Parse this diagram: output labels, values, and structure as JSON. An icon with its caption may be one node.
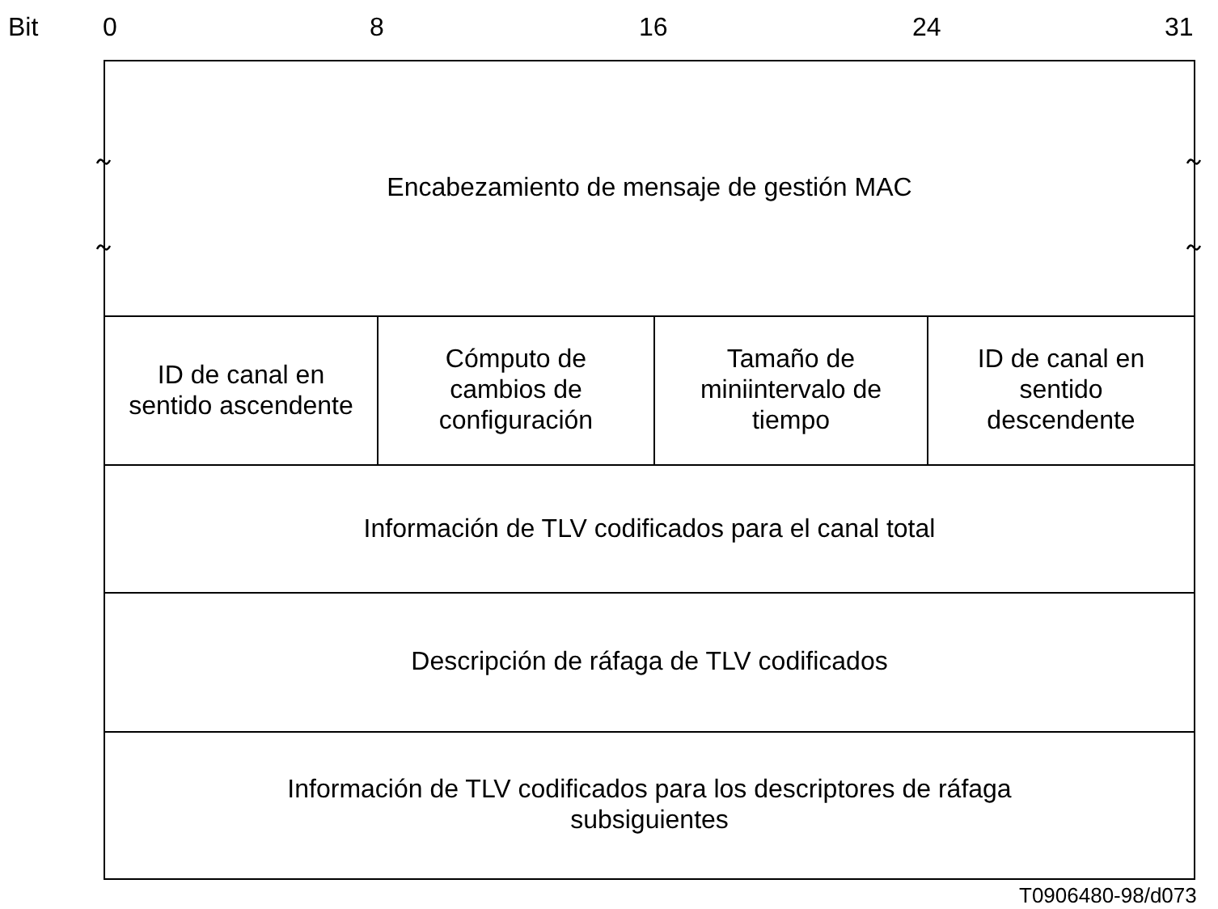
{
  "diagram": {
    "nodes": [
      {
        "text": [
          "Encabezamiento de mensaje de gestión MAC"
        ]
      },
      {
        "text": [
          "ID de canal en sentido ascendente"
        ]
      },
      {
        "text": [
          "Cómputo de cambios de configuración"
        ]
      },
      {
        "text": [
          "Tamaño de miniintervalo de tiempo"
        ]
      },
      {
        "text": [
          "ID de canal en sentido descendente"
        ]
      },
      {
        "text": [
          "Información de TLV codificados para el canal total"
        ]
      },
      {
        "text": [
          "Descripción de ráfaga de TLV codificados"
        ]
      },
      {
        "text": [
          "Información de TLV codificados para los descriptores de ráfaga subsiguientes"
        ]
      }
    ],
    "edges": [],
    "labels": [
      "Bit",
      "0",
      "8",
      "16",
      "24",
      "31",
      "T0906480-98/d073"
    ]
  }
}
